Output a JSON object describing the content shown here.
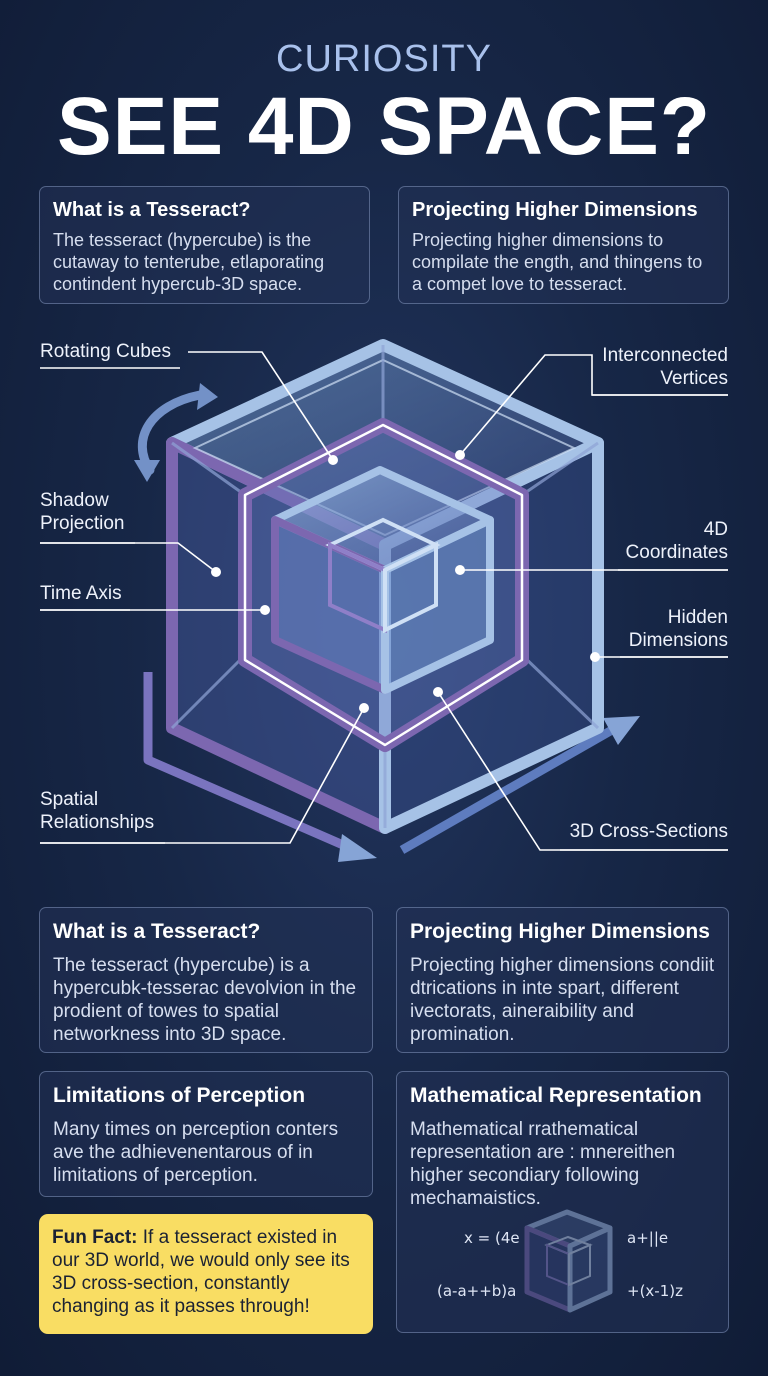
{
  "header": {
    "kicker": "CURIOSITY",
    "title": "SEE 4D SPACE?"
  },
  "top_cards": [
    {
      "title": "What is a Tesseract?",
      "text": "The tesseract (hypercube) is the cutaway to tenterube, etlaporating contindent hypercub-3D space."
    },
    {
      "title": "Projecting Higher Dimensions",
      "text": "Projecting higher dimensions to compilate the ength, and thingens to a compet love to tesseract."
    }
  ],
  "diagram_labels": {
    "rotating_cubes": "Rotating Cubes",
    "interconnected_vertices": [
      "Interconnected",
      "Vertices"
    ],
    "shadow_projection": [
      "Shadow",
      "Projection"
    ],
    "coordinates_4d": [
      "4D",
      "Coordinates"
    ],
    "time_axis": "Time Axis",
    "hidden_dimensions": [
      "Hidden",
      "Dimensions"
    ],
    "spatial_relationships": [
      "Spatial",
      "Relationships"
    ],
    "cross_sections": "3D Cross-Sections"
  },
  "bottom_cards": [
    {
      "title": "What is a Tesseract?",
      "text": "The tesseract (hypercube) is a hypercubk-tesserac devolvion in the prodient of towes to spatial networkness into 3D space."
    },
    {
      "title": "Projecting Higher Dimensions",
      "text": "Projecting higher dimensions condiit dtrications in inte spart, different ivectorats, aineraibility and promination."
    },
    {
      "title": "Limitations of Perception",
      "text": "Many times on perception conters ave the adhievenentarous of in limitations of perception."
    },
    {
      "title": "Mathematical Representation",
      "text": "Mathematical rrathematical representation are : mnereithen higher secondiary following mechamaistics."
    }
  ],
  "formulas": [
    "x = (4e",
    "a+||e",
    "(a-a++b)a",
    "+(x-1)z"
  ],
  "fun_fact": {
    "label": "Fun Fact:",
    "text": " If a tesseract existed in our 3D world, we would only see its 3D cross-section, constantly changing as it passes through!"
  },
  "colors": {
    "background": "#172747",
    "kicker": "#a9c1ec",
    "cube_outer": "#a6c2e6",
    "cube_inner": "#7c67b0",
    "arrow": "#6f8fc4",
    "fun_fact_bg": "#f9dd63"
  }
}
